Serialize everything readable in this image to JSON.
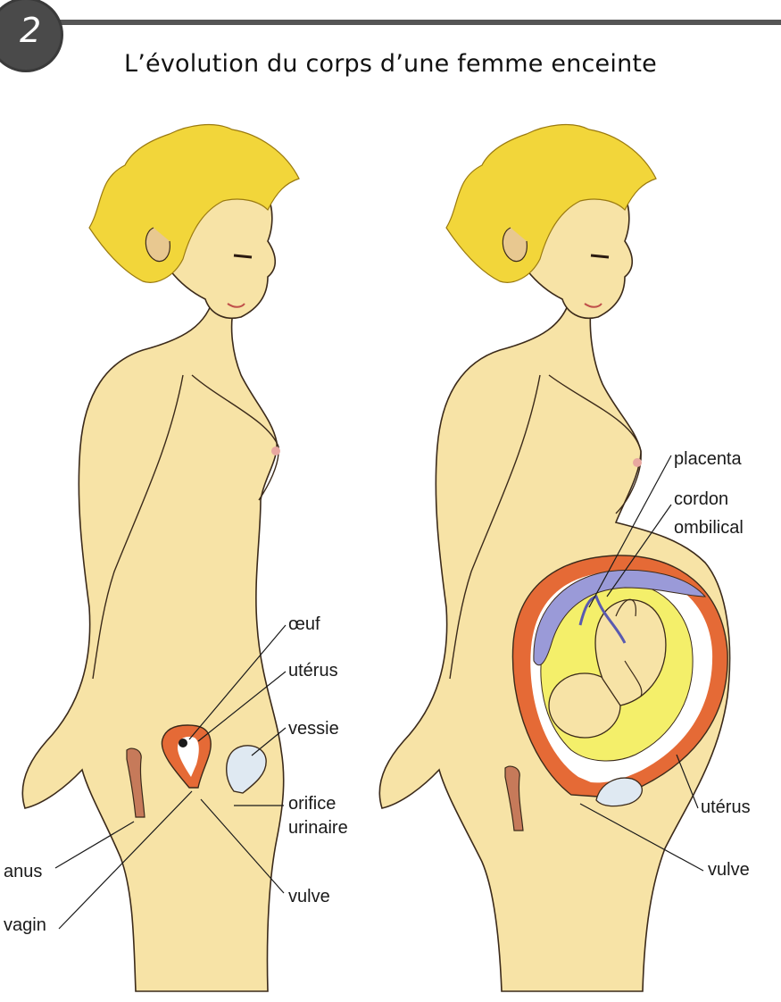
{
  "badge": {
    "number": "2"
  },
  "title": "L’évolution du corps d’une femme enceinte",
  "colors": {
    "skin": "#f7e3a6",
    "hair": "#f2d63a",
    "uterus": "#e56a36",
    "placenta": "#9a9ad8",
    "amniotic": "#f4ef6a",
    "bladder": "#dfe9f2",
    "outline": "#3b2a1a"
  },
  "labels": {
    "left": {
      "oeuf": "œuf",
      "uterus": "utérus",
      "vessie": "vessie",
      "orifice_1": "orifice",
      "orifice_2": "urinaire",
      "anus": "anus",
      "vulve": "vulve",
      "vagin": "vagin"
    },
    "right": {
      "placenta": "placenta",
      "cordon_1": "cordon",
      "cordon_2": "ombilical",
      "uterus": "utérus",
      "vulve": "vulve"
    }
  }
}
